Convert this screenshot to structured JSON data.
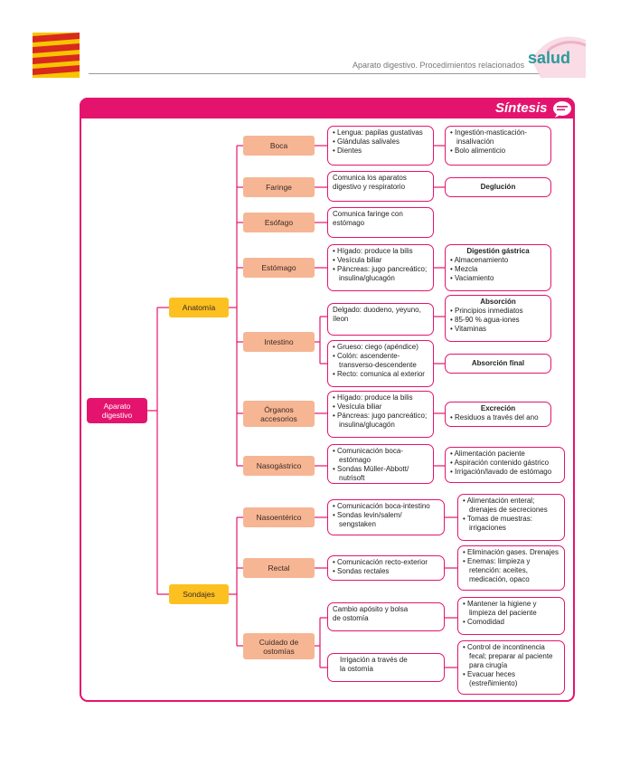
{
  "header": {
    "breadcrumb": "Aparato digestivo. Procedimientos relacionados",
    "logo": "salud"
  },
  "banner": {
    "title": "Síntesis"
  },
  "root": "Aparato digestivo",
  "branches": {
    "anatomia": "Anatomía",
    "sondajes": "Sondajes"
  },
  "anatomia": {
    "boca": {
      "label": "Boca",
      "detail": [
        "Lengua: papilas gustativas",
        "Glándulas salivales",
        "Dientes"
      ],
      "func": [
        "Ingestión-masticación-insalivación",
        "Bolo alimenticio"
      ]
    },
    "faringe": {
      "label": "Faringe",
      "detail": "Comunica los aparatos digestivo y respiratorio",
      "func_title": "Deglución"
    },
    "esofago": {
      "label": "Esófago",
      "detail": "Comunica faringe con estómago"
    },
    "estomago": {
      "label": "Estómago",
      "detail": [
        "Hígado: produce la bilis",
        "Vesícula biliar",
        "Páncreas: jugo pancreático; insulina/glucagón"
      ],
      "func_title": "Digestión gástrica",
      "func": [
        "Almacenamiento",
        "Mezcla",
        "Vaciamiento"
      ]
    },
    "intestino": {
      "label": "Intestino",
      "delgado": "Delgado: duodeno, yeyuno, íleon",
      "delgado_func_title": "Absorción",
      "delgado_func": [
        "Principios inmediatos",
        "85-90 % agua-iones",
        "Vitaminas"
      ],
      "grueso": [
        "Grueso: ciego (apéndice)",
        "Colón: ascendente-transverso-descendente",
        "Recto: comunica al exterior"
      ],
      "grueso_func_title": "Absorción final"
    },
    "organos": {
      "label": "Órganos accesorios",
      "detail": [
        "Hígado: produce la bilis",
        "Vesícula biliar",
        "Páncreas: jugo pancreático; insulina/glucagón"
      ],
      "func_title": "Excreción",
      "func": [
        "Residuos a través del ano"
      ]
    },
    "nasogastrico": {
      "label": "Nasogástrico",
      "detail": [
        "Comunicación boca-estómago",
        "Sondas Müller-Abbott/ nutrisoft"
      ],
      "func": [
        "Alimentación paciente",
        "Aspiración contenido gástrico",
        "Irrigación/lavado de estómago"
      ]
    }
  },
  "sondajes": {
    "nasoenterico": {
      "label": "Nasoentérico",
      "detail": [
        "Comunicación boca-intestino",
        "Sondas levin/salem/ sengstaken"
      ],
      "func": [
        "Alimentación enteral; drenajes de secreciones",
        "Tomas de muestras: irrigaciones"
      ]
    },
    "rectal": {
      "label": "Rectal",
      "detail": [
        "Comunicación recto-exterior",
        "Sondas rectales"
      ],
      "func": [
        "Eliminación gases. Drenajes",
        "Enemas: limpieza y retención: aceites, medicación, opaco"
      ]
    },
    "ostomias": {
      "label": "Cuidado de ostomías",
      "cambio": "Cambio apósito y bolsa de ostomía",
      "cambio_func": [
        "Mantener la higiene y limpieza del paciente",
        "Comodidad"
      ],
      "irrigacion": "Irrigación a través de la ostomía",
      "irrigacion_func": [
        "Control de incontinencia fecal; preparar al paciente para cirugía",
        "Evacuar heces (estreñimiento)"
      ]
    }
  }
}
